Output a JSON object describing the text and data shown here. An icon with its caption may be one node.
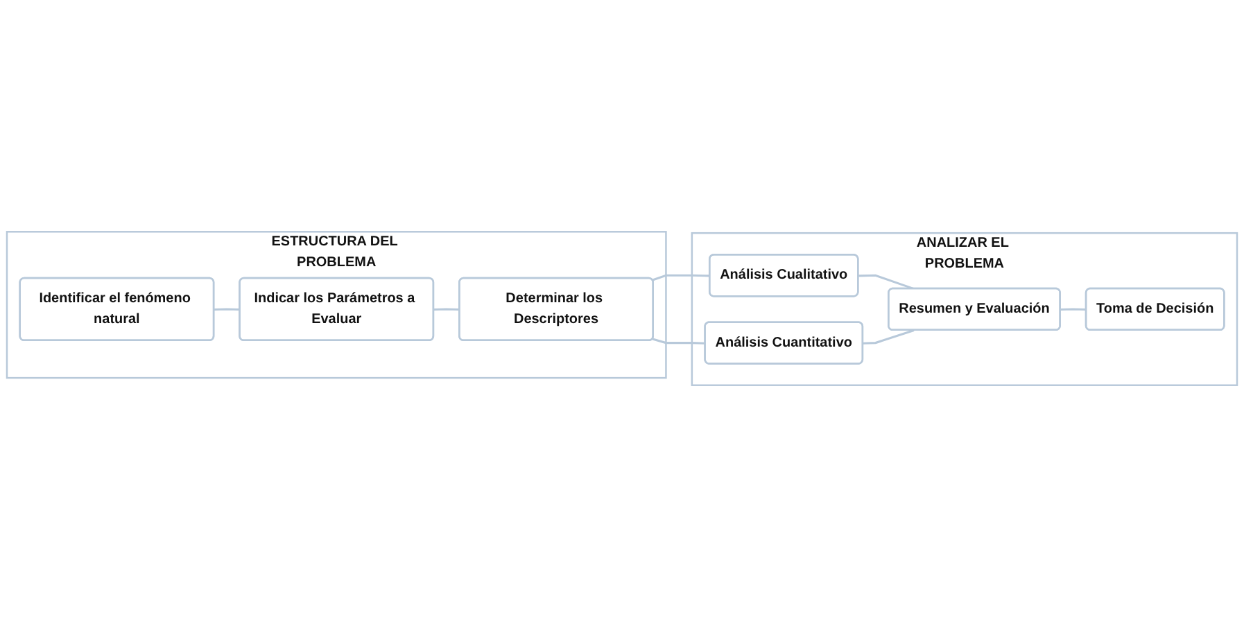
{
  "diagram": {
    "nodes": [
      {
        "text": [
          "ESTRUCTURA DEL PROBLEMA"
        ]
      },
      {
        "text": [
          "Identificar el fenómeno natural"
        ],
        "in": 0
      },
      {
        "text": [
          "Indicar los Parámetros a Evaluar"
        ],
        "in": 0
      },
      {
        "text": [
          "Determinar los Descriptores"
        ],
        "in": 0
      },
      {
        "text": [
          "ANALIZAR EL PROBLEMA"
        ]
      },
      {
        "text": [
          "Análisis Cualitativo"
        ],
        "in": 4
      },
      {
        "text": [
          "Análisis Cuantitativo"
        ],
        "in": 4
      },
      {
        "text": [
          "Resumen y Evaluación"
        ],
        "in": 4
      },
      {
        "text": [
          "Toma de Decisión"
        ],
        "in": 4
      }
    ],
    "edges": [
      {
        "from": 1,
        "to": 2,
        "arrow": "none"
      },
      {
        "from": 2,
        "to": 3,
        "arrow": "none"
      },
      {
        "from": 3,
        "to": 5,
        "arrow": "none"
      },
      {
        "from": 3,
        "to": 6,
        "arrow": "none"
      },
      {
        "from": 5,
        "to": 7,
        "arrow": "none"
      },
      {
        "from": 6,
        "to": 7,
        "arrow": "none"
      },
      {
        "from": 7,
        "to": 8,
        "arrow": "none"
      }
    ]
  }
}
